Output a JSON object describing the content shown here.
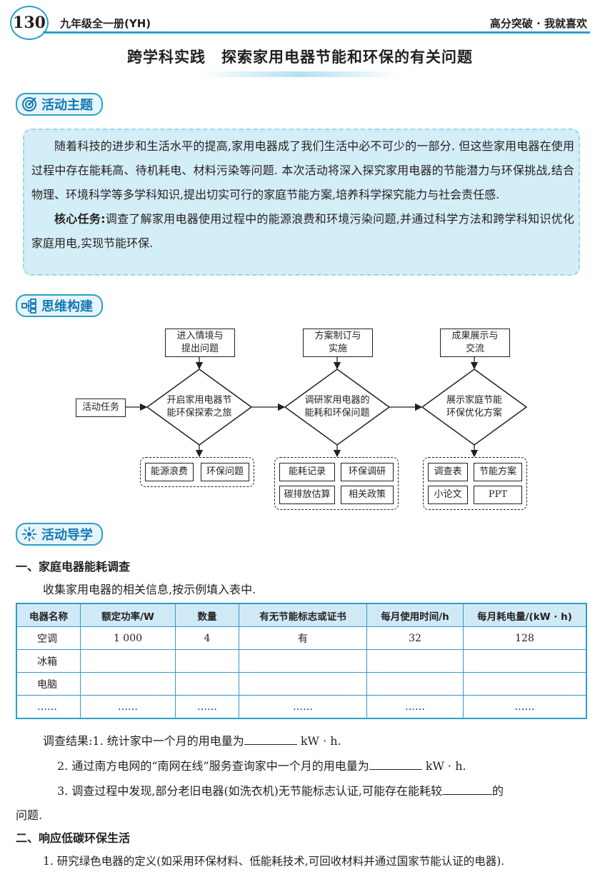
{
  "header": {
    "page_number": "130",
    "book_title": "九年级全一册(YH)",
    "slogan": "高分突破 · 我就喜欢"
  },
  "title": "跨学科实践　探索家用电器节能和环保的有关问题",
  "sections": {
    "theme": "活动主题",
    "thinking": "思维构建",
    "guide": "活动导学"
  },
  "intro": {
    "para1": "随着科技的进步和生活水平的提高,家用电器成了我们生活中必不可少的一部分. 但这些家用电器在使用过程中存在能耗高、待机耗电、材料污染等问题. 本次活动将深入探究家用电器的节能潜力与环保挑战,结合物理、环境科学等多学科知识,提出切实可行的家庭节能方案,培养科学探究能力与社会责任感.",
    "core_label": "核心任务:",
    "core_text": "调查了解家用电器使用过程中的能源浪费和环境污染问题,并通过科学方法和跨学科知识优化家庭用电,实现节能环保."
  },
  "diagram": {
    "start": "活动任务",
    "stages": [
      {
        "top": [
          "进入情境与",
          "提出问题"
        ],
        "diamond": [
          "开启家用电器节",
          "能环保探索之旅"
        ],
        "items": [
          "能源浪费",
          "环保问题"
        ]
      },
      {
        "top": [
          "方案制订与",
          "实施"
        ],
        "diamond": [
          "调研家用电器的",
          "能耗和环保问题"
        ],
        "items": [
          "能耗记录",
          "环保调研",
          "碳排放估算",
          "相关政策"
        ]
      },
      {
        "top": [
          "成果展示与",
          "交流"
        ],
        "diamond": [
          "展示家庭节能",
          "环保优化方案"
        ],
        "items": [
          "调查表",
          "节能方案",
          "小论文",
          "PPT"
        ]
      }
    ]
  },
  "part1": {
    "heading": "一、家庭电器能耗调查",
    "intro": "收集家用电器的相关信息,按示例填入表中.",
    "table": {
      "headers": [
        "电器名称",
        "额定功率/W",
        "数量",
        "有无节能标志或证书",
        "每月使用时间/h",
        "每月耗电量/(kW · h)"
      ],
      "rows": [
        [
          "空调",
          "1 000",
          "4",
          "有",
          "32",
          "128"
        ],
        [
          "冰箱",
          "",
          "",
          "",
          "",
          ""
        ],
        [
          "电脑",
          "",
          "",
          "",
          "",
          ""
        ],
        [
          "……",
          "……",
          "……",
          "……",
          "……",
          "……"
        ]
      ]
    },
    "results": {
      "r1_prefix": "调查结果:1. 统计家中一个月的用电量为",
      "r1_unit": "kW · h.",
      "r2_prefix": "2. 通过南方电网的“南网在线”服务查询家中一个月的用电量为",
      "r2_unit": "kW · h.",
      "r3_prefix": "3. 调查过程中发现,部分老旧电器(如洗衣机)无节能标志认证,可能存在能耗较",
      "r3_suffix": "的",
      "r3_tail": "问题."
    }
  },
  "part2": {
    "heading": "二、响应低碳环保生活",
    "item1": "1. 研究绿色电器的定义(如采用环保材料、低能耗技术,可回收材料并通过国家节能认证的电器)."
  },
  "colors": {
    "accent": "#2a9fc8",
    "box_fill": "#d4eef8",
    "header_fill": "#cfeaf6",
    "tag_text": "#1479b4"
  }
}
